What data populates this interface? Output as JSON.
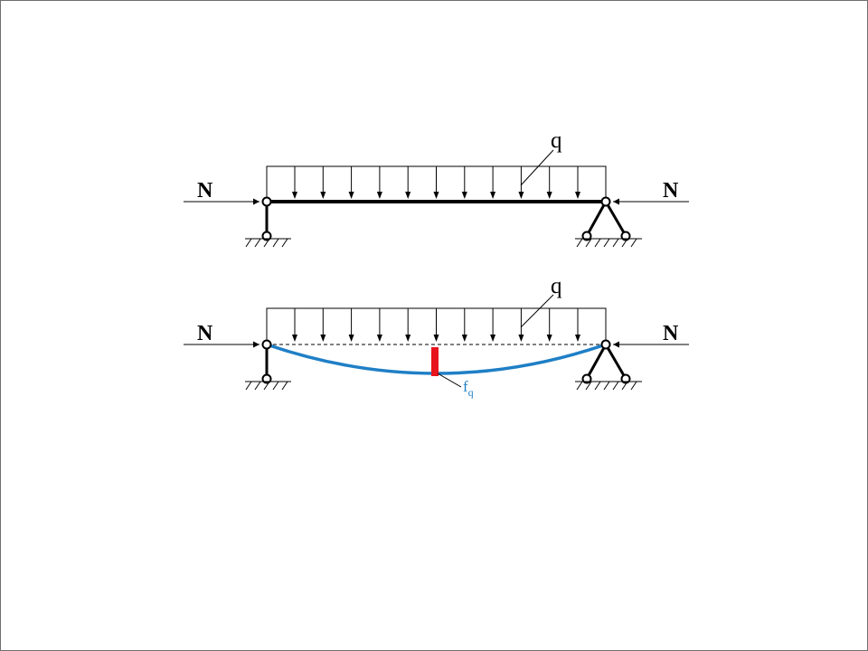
{
  "labels": {
    "axial_force": "N",
    "distributed_load": "q",
    "deflection_base": "f",
    "deflection_sub": "q"
  },
  "colors": {
    "stroke": "#000000",
    "deflected_shape": "#1f7fc6",
    "deflection_marker": "#e8141c",
    "deflection_label": "#1f7fc6",
    "frame": "#6e6e6e",
    "background": "#ffffff"
  }
}
